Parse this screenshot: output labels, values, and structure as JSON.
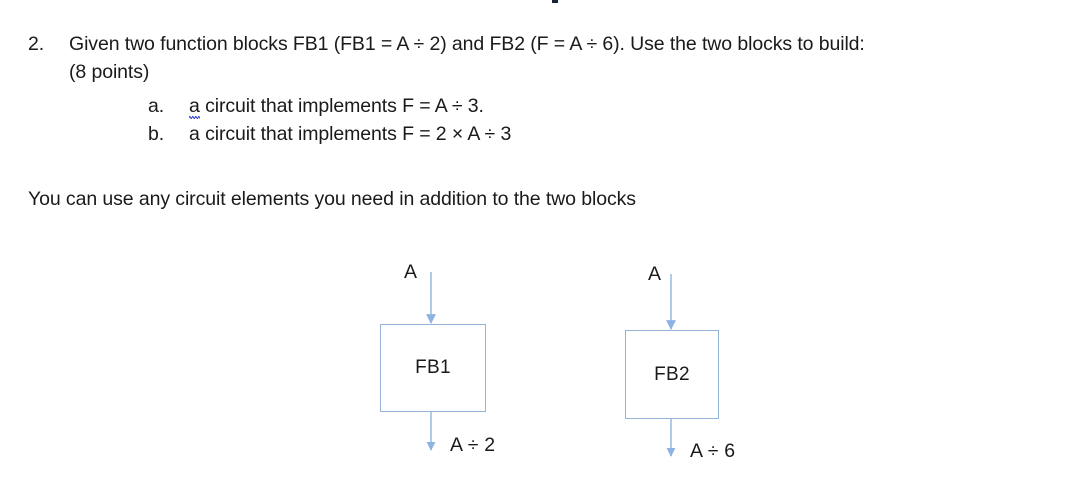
{
  "document": {
    "question": {
      "marker": "2.",
      "line1": "Given two function blocks FB1 (FB1 = A ÷ 2) and FB2 (F = A ÷ 6). Use the two blocks to build:",
      "line2": "(8 points)"
    },
    "sub_items": [
      {
        "marker": "a.",
        "prefix": "a",
        "text": " circuit that implements F = A ÷ 3.",
        "spellcheck_flag": true
      },
      {
        "marker": "b.",
        "prefix": "a",
        "text": " circuit that implements F = 2 × A ÷ 3",
        "spellcheck_flag": false
      }
    ],
    "note": "You can use any circuit elements you need in addition to the two blocks"
  },
  "diagram": {
    "blocks": [
      {
        "name": "FB1",
        "label": "FB1",
        "input_label": "A",
        "output_label": "A ÷ 2"
      },
      {
        "name": "FB2",
        "label": "FB2",
        "input_label": "A",
        "output_label": "A ÷ 6"
      }
    ],
    "colors": {
      "block_border": "#95b3d7",
      "block_fill": "#ffffff",
      "arrow": "#8db3e2",
      "text": "#1a1a1a",
      "spellcheck_underline": "#4050d8"
    }
  }
}
